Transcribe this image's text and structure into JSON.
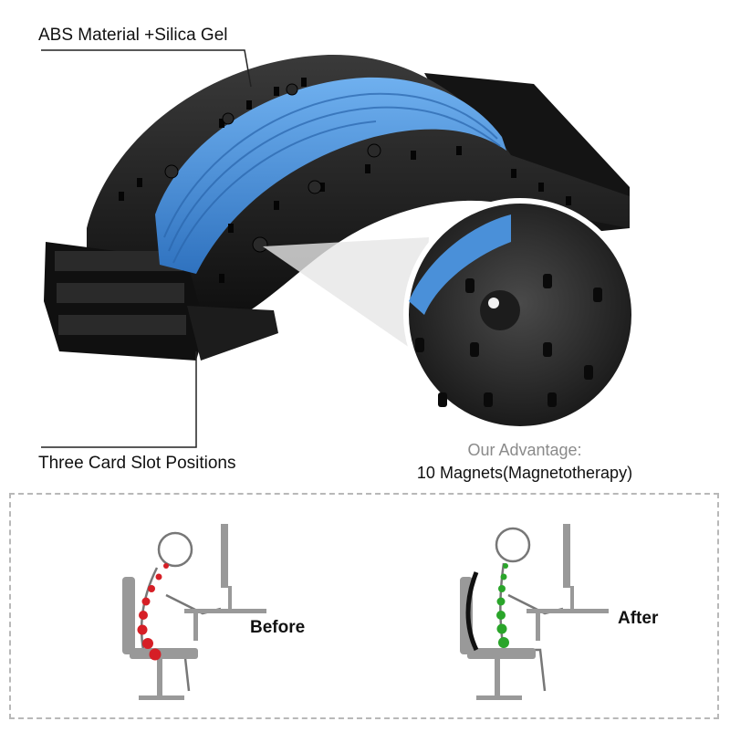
{
  "product": {
    "material_label": "ABS Material +Silica Gel",
    "slot_label": "Three Card Slot Positions",
    "advantage_title": "Our Advantage:",
    "advantage_text": "10 Magnets(Magnetotherapy)"
  },
  "comparison": {
    "before_label": "Before",
    "after_label": "After"
  },
  "colors": {
    "stretcher_body": "#1a1a1a",
    "arch_band": "#4a90d9",
    "before_spine": "#d61f26",
    "after_spine": "#2aa52a",
    "panel_border": "#b8b8b8"
  }
}
